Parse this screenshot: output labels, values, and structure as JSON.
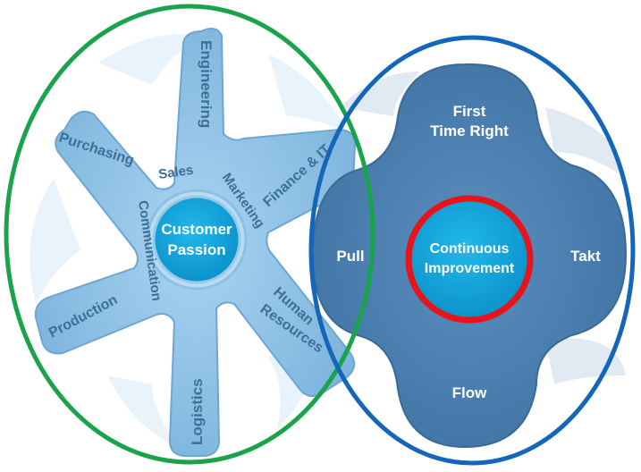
{
  "left": {
    "center": [
      "Customer",
      "Passion"
    ],
    "outer_labels": {
      "engineering": "Engineering",
      "purchasing": "Purchasing",
      "finance": "Finance & IT",
      "production": "Production",
      "human_resources": [
        "Human",
        "Resources"
      ],
      "logistics": "Logistics"
    },
    "inner_labels": {
      "sales": "Sales",
      "marketing": "Marketing",
      "communication": "Communication"
    }
  },
  "right": {
    "center": [
      "Continuous",
      "Improvement"
    ],
    "petals": {
      "top": [
        "First",
        "Time Right"
      ],
      "left": "Pull",
      "right": "Takt",
      "bottom": "Flow"
    }
  },
  "colors": {
    "left_ring": "#1aa34a",
    "right_ring": "#1466b8",
    "center_ring": "#e8141b",
    "light_gear": "#8fc3e6",
    "dark_gear": "#4a7fad",
    "center_fill": "#0aa6dc"
  }
}
